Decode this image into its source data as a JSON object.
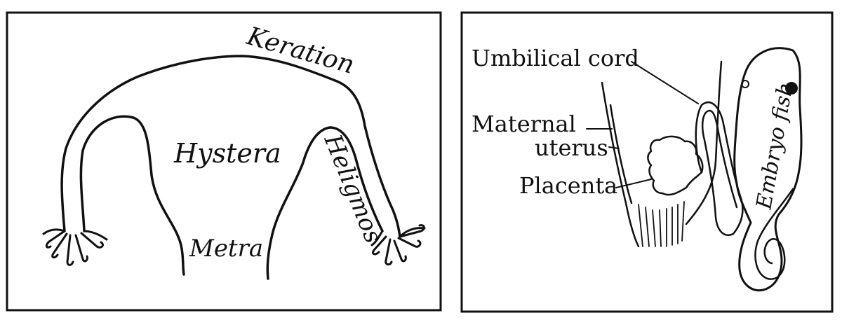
{
  "left_panel": {
    "labels": {
      "keration": "Keration",
      "hystera": "Hystera",
      "heligmos": "Heligmos",
      "metra": "Metra"
    }
  },
  "right_panel": {
    "labels": {
      "umbilical_cord": "Umbilical cord",
      "maternal": "Maternal",
      "uterus": "uterus",
      "placenta": "Placenta",
      "embryo_fish": "Embryo fish"
    }
  }
}
